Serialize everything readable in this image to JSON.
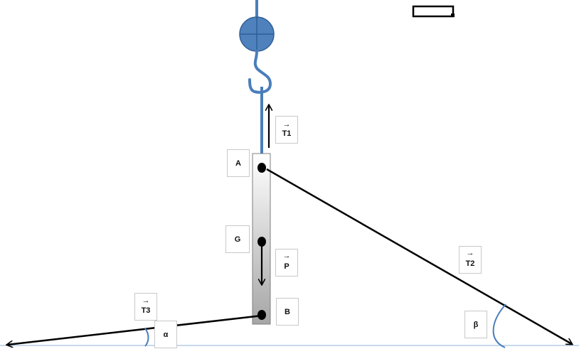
{
  "labels": {
    "A": "A",
    "G": "G",
    "B": "B",
    "T1": "T1",
    "T2": "T2",
    "T3": "T3",
    "P": "P",
    "alpha": "α",
    "beta": "β"
  },
  "vector_arrow": "→",
  "colors": {
    "rope": "#4a7ebb",
    "pulley": "#4f81bd",
    "ink": "#000000",
    "ground": "#8fb3d9"
  }
}
